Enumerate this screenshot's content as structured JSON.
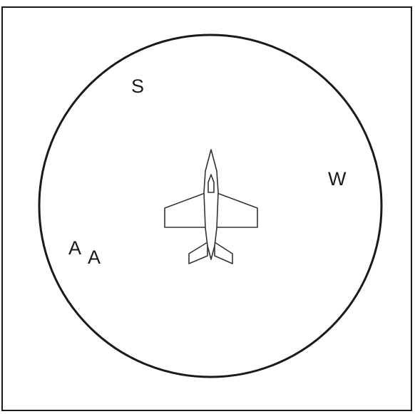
{
  "display": {
    "symbols": [
      {
        "id": "s",
        "label": "S"
      },
      {
        "id": "w",
        "label": "W"
      },
      {
        "id": "a1",
        "label": "A"
      },
      {
        "id": "a2",
        "label": "A"
      }
    ],
    "ownship": {
      "icon": "airplane-icon"
    }
  }
}
